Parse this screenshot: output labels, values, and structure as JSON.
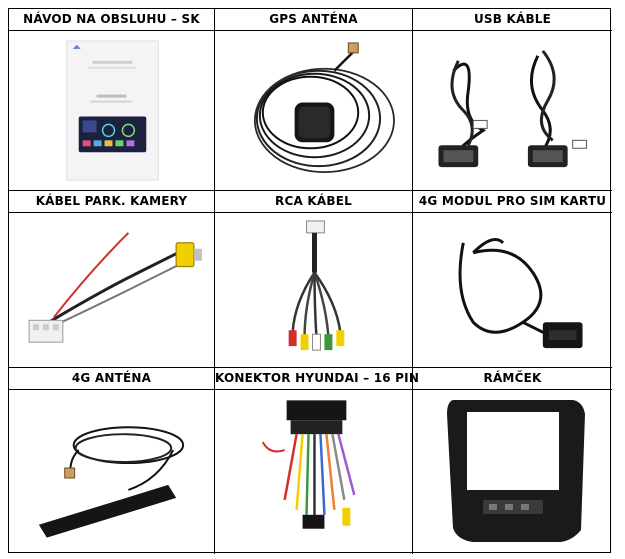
{
  "items": [
    {
      "label": "NÁVOD NA OBSLUHU – SK",
      "icon": "manual-booklet-icon"
    },
    {
      "label": "GPS ANTÉNA",
      "icon": "gps-antenna-icon"
    },
    {
      "label": "USB KÁBLE",
      "icon": "usb-cables-icon"
    },
    {
      "label": "KÁBEL PARK. KAMERY",
      "icon": "parking-camera-cable-icon"
    },
    {
      "label": "RCA KÁBEL",
      "icon": "rca-cable-icon"
    },
    {
      "label": "4G MODUL PRO SIM KARTU",
      "icon": "4g-sim-module-icon"
    },
    {
      "label": "4G ANTÉNA",
      "icon": "4g-antenna-icon"
    },
    {
      "label": "KONEKTOR HYUNDAI – 16 PIN",
      "icon": "hyundai-connector-icon"
    },
    {
      "label": "RÁMČEK",
      "icon": "dash-frame-icon"
    }
  ],
  "colors": {
    "border": "#000000",
    "background": "#ffffff",
    "text": "#000000"
  }
}
